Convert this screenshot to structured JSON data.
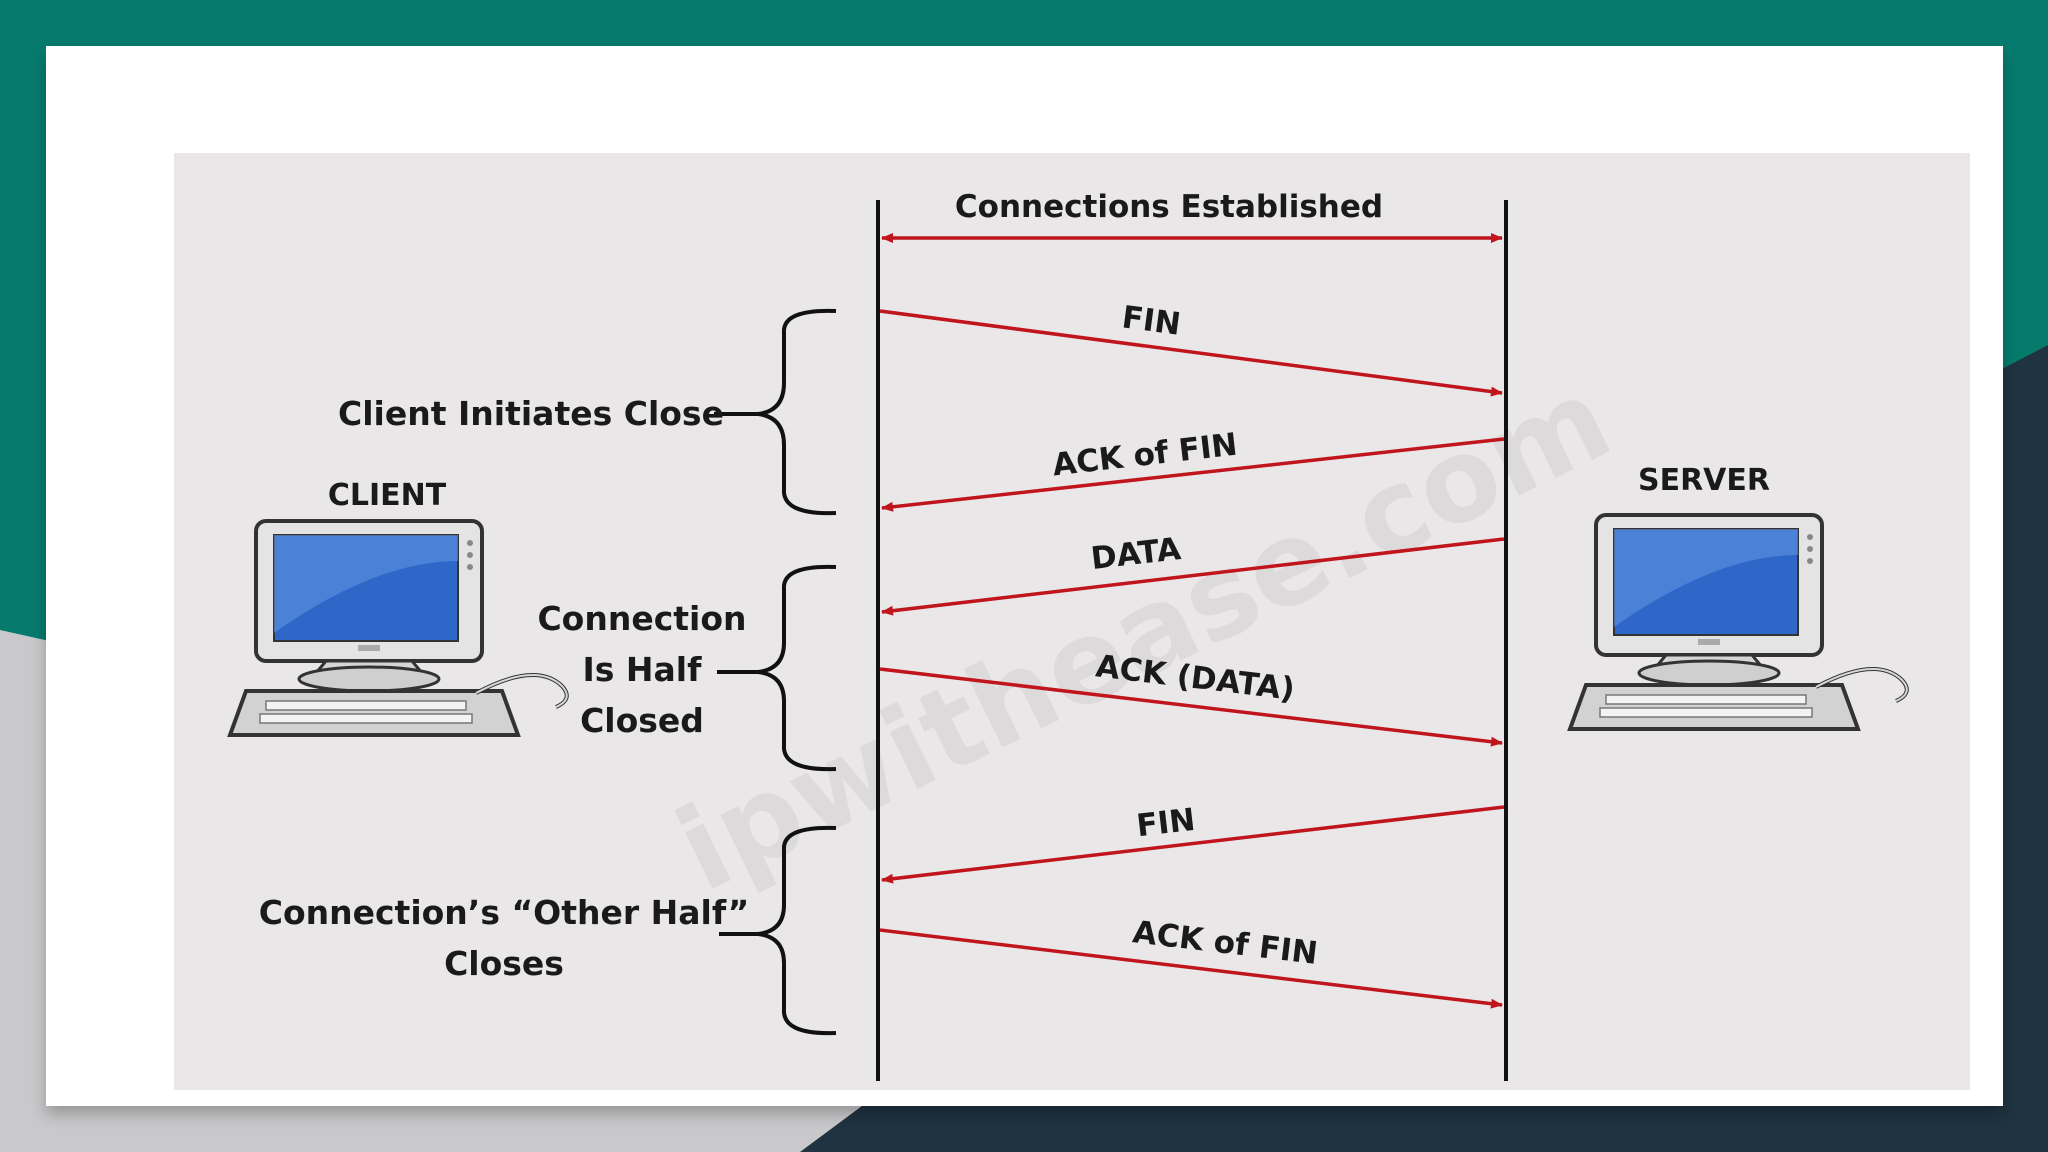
{
  "colors": {
    "teal": "#077a6e",
    "dark_navy": "#1f3340",
    "gray": "#c9c9cb",
    "panel": "#e9e7e8",
    "arrow": "#c0151d",
    "timeline": "#111111"
  },
  "diagram": {
    "endpoints": {
      "client_label": "CLIENT",
      "server_label": "SERVER"
    },
    "messages": [
      {
        "label": "Connections Established",
        "direction": "both"
      },
      {
        "label": "FIN",
        "direction": "client-to-server"
      },
      {
        "label": "ACK of FIN",
        "direction": "server-to-client"
      },
      {
        "label": "DATA",
        "direction": "server-to-client"
      },
      {
        "label": "ACK (DATA)",
        "direction": "client-to-server"
      },
      {
        "label": "FIN",
        "direction": "server-to-client"
      },
      {
        "label": "ACK of FIN",
        "direction": "client-to-server"
      }
    ],
    "phases": [
      {
        "lines": [
          "Client Initiates Close"
        ]
      },
      {
        "lines": [
          "Connection",
          "Is Half",
          "Closed"
        ]
      },
      {
        "lines": [
          "Connection’s “Other Half”",
          "Closes"
        ]
      }
    ],
    "watermark": "ipwithease.com"
  }
}
